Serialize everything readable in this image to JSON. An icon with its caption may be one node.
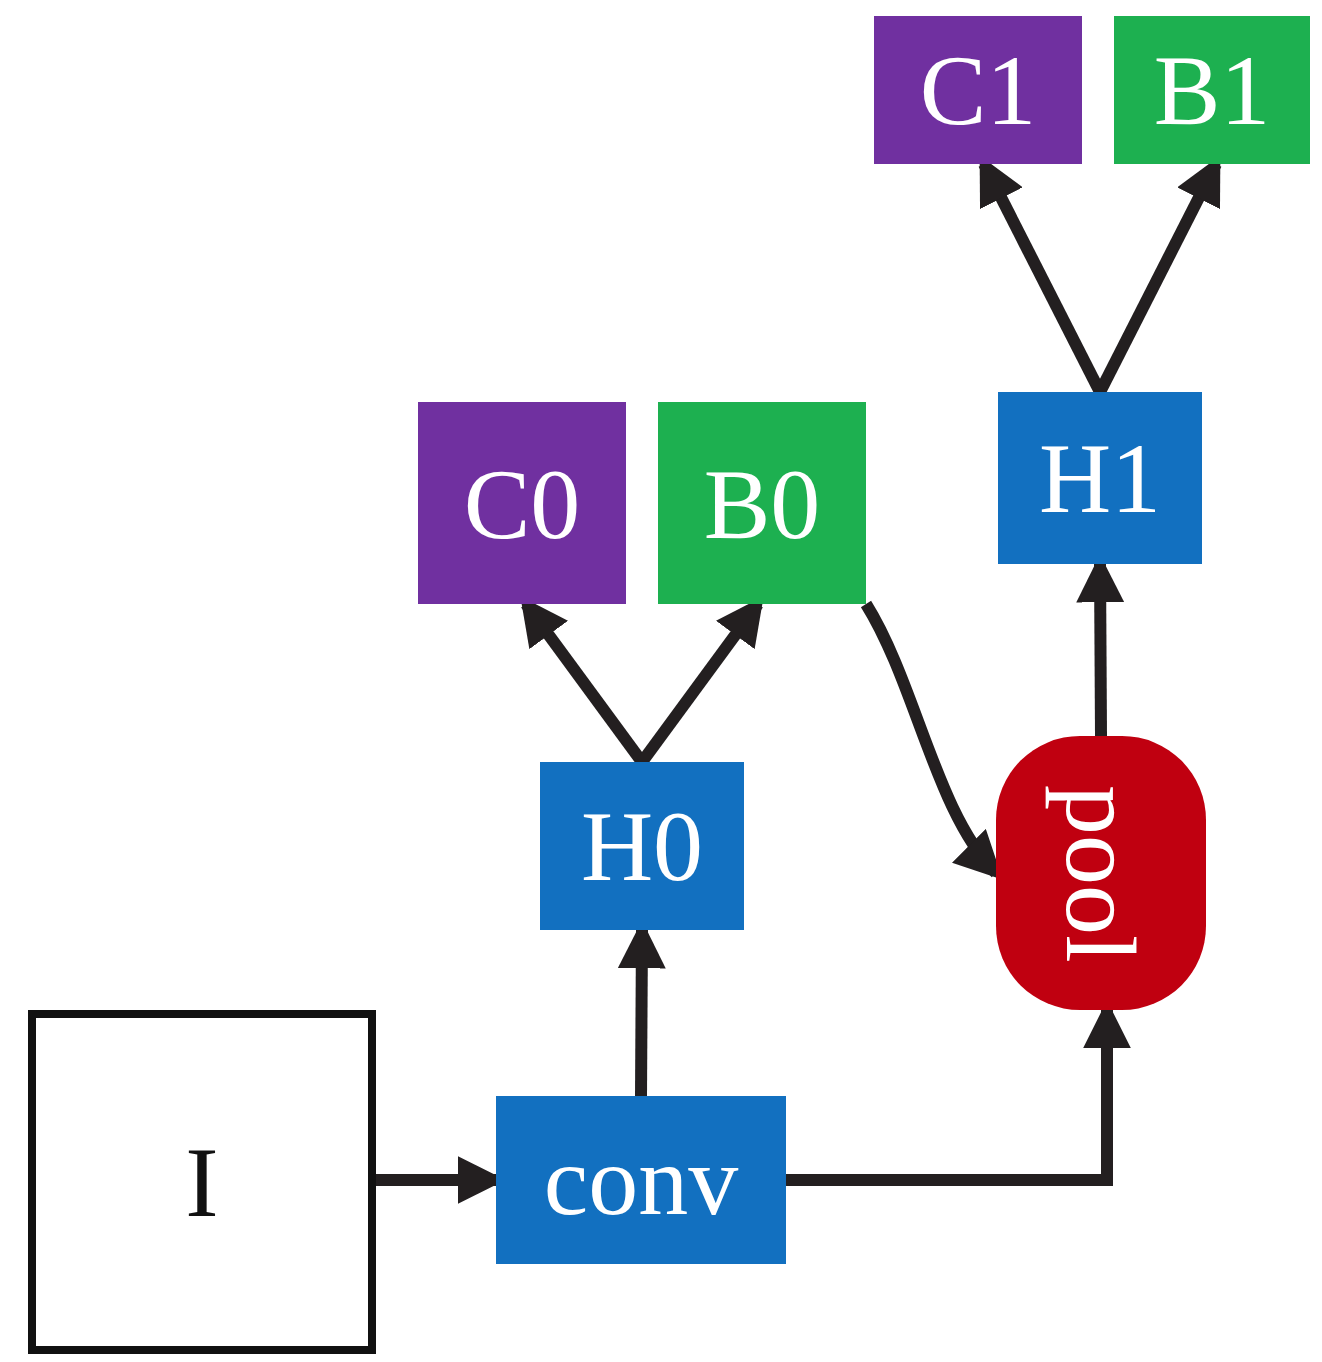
{
  "diagram": {
    "nodes": [
      {
        "text": [
          "C1"
        ]
      },
      {
        "text": [
          "B1"
        ]
      },
      {
        "text": [
          "H1"
        ]
      },
      {
        "text": [
          "C0"
        ]
      },
      {
        "text": [
          "B0"
        ]
      },
      {
        "text": [
          "H0"
        ]
      },
      {
        "text": [
          "pool"
        ]
      },
      {
        "text": [
          "I"
        ]
      },
      {
        "text": [
          "conv"
        ]
      }
    ],
    "edges": [
      {
        "from": 7,
        "to": 8,
        "arrow": "to"
      },
      {
        "from": 8,
        "to": 5,
        "arrow": "to"
      },
      {
        "from": 8,
        "to": 6,
        "arrow": "to"
      },
      {
        "from": 5,
        "to": 3,
        "arrow": "to"
      },
      {
        "from": 5,
        "to": 4,
        "arrow": "to"
      },
      {
        "from": 4,
        "to": 6,
        "arrow": "to"
      },
      {
        "from": 6,
        "to": 2,
        "arrow": "to"
      },
      {
        "from": 2,
        "to": 0,
        "arrow": "to"
      },
      {
        "from": 2,
        "to": 1,
        "arrow": "to"
      }
    ]
  }
}
